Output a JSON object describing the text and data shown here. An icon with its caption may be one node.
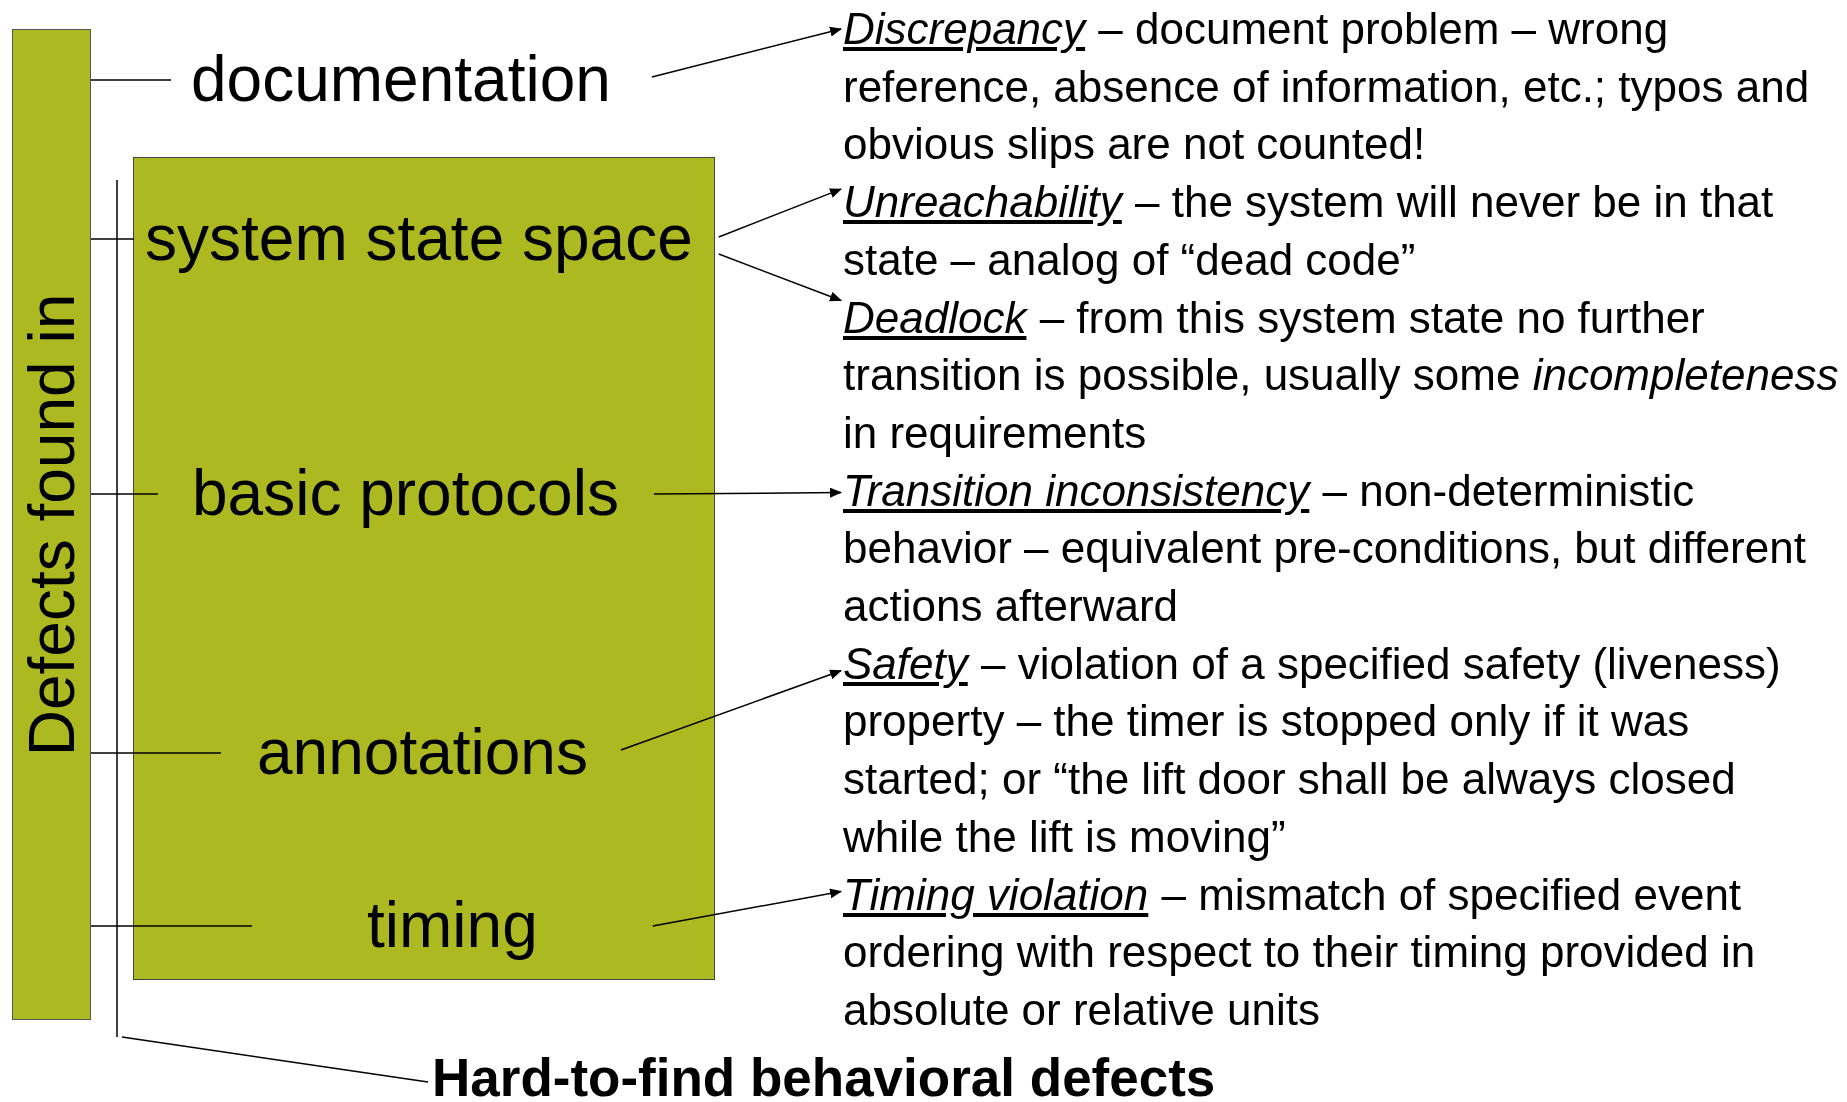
{
  "diagram": {
    "nodes": [
      {
        "text": [
          "Defects found in"
        ]
      },
      {
        "text": [
          "documentation"
        ]
      },
      {
        "text": [],
        "shape": "box"
      },
      {
        "text": [
          "system state space"
        ],
        "in": 2
      },
      {
        "text": [
          "basic protocols"
        ],
        "in": 2
      },
      {
        "text": [
          "annotations"
        ],
        "in": 2
      },
      {
        "text": [
          "timing"
        ],
        "in": 2
      },
      {
        "text": [
          "Discrepancy",
          "– document problem – wrong reference, absence of information, etc.; typos and obvious slips are not counted!"
        ]
      },
      {
        "text": [
          "Unreachability",
          "– the system will never be in that state – analog of “dead code”"
        ]
      },
      {
        "text": [
          "Deadlock",
          "– from this system state no further transition is possible, usually some *incompleteness* in requirements"
        ]
      },
      {
        "text": [
          "Transition inconsistency",
          "– non-deterministic behavior – equivalent pre-conditions, but different actions afterward"
        ]
      },
      {
        "text": [
          "Safety",
          "– violation of a specified safety (liveness) property – the timer is stopped only if it was started; or “the lift door shall be always closed while the lift is moving”"
        ]
      },
      {
        "text": [
          "Timing violation",
          "– mismatch of specified event ordering with respect to their timing provided in absolute or relative units"
        ]
      },
      {
        "text": [
          "Hard-to-find behavioral defects"
        ]
      }
    ],
    "edges": [
      {
        "from": 0,
        "to": 1,
        "arrow": "none"
      },
      {
        "from": 0,
        "to": 3,
        "arrow": "none"
      },
      {
        "from": 0,
        "to": 4,
        "arrow": "none"
      },
      {
        "from": 0,
        "to": 5,
        "arrow": "none"
      },
      {
        "from": 0,
        "to": 6,
        "arrow": "none"
      },
      {
        "from": 1,
        "to": 7,
        "arrow": "to"
      },
      {
        "from": 3,
        "to": 8,
        "arrow": "to"
      },
      {
        "from": 3,
        "to": 9,
        "arrow": "to"
      },
      {
        "from": 4,
        "to": 10,
        "arrow": "to"
      },
      {
        "from": 5,
        "to": 11,
        "arrow": "to"
      },
      {
        "from": 6,
        "to": 12,
        "arrow": "to"
      },
      {
        "from": 13,
        "to": null,
        "arrow": "none"
      }
    ]
  }
}
